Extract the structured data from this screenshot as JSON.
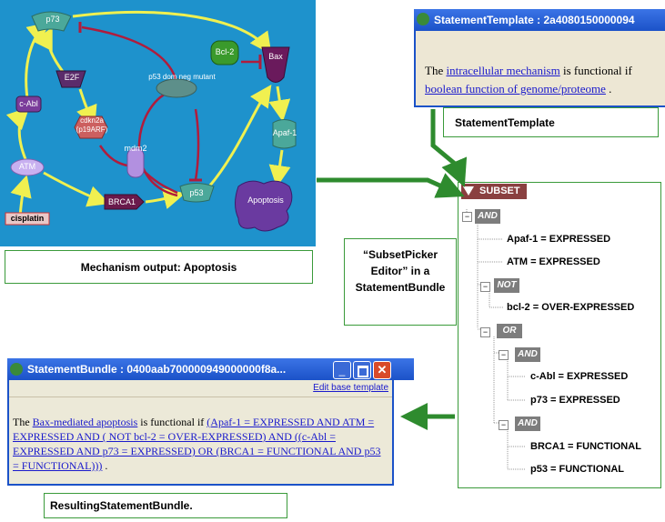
{
  "pathway": {
    "nodes": {
      "p73": "p73",
      "bcl2": "Bcl-2",
      "bax": "Bax",
      "e2f": "E2F",
      "p53_dom": "p53 dom neg mutant",
      "cabl": "c-Abl",
      "cdkn2a": "cdkn2a (p19ARF)",
      "mdm2": "mdm2",
      "apaf1": "Apaf-1",
      "atm": "ATM",
      "brca1": "BRCA1",
      "p53": "p53",
      "apoptosis": "Apoptosis",
      "cisplatin": "cisplatin"
    },
    "caption": "Mechanism output:  Apoptosis"
  },
  "statement_template_window": {
    "title": "StatementTemplate : 2a4080150000094",
    "text_prefix": "The ",
    "link1": "intracellular mechanism",
    "text_mid": " is functional if",
    "link2": "boolean function of genome/proteome",
    "text_suffix": " .",
    "caption": "StatementTemplate"
  },
  "subset_picker": {
    "header": "SUBSET",
    "annotation_line1": "“SubsetPicker",
    "annotation_line2": "Editor”   in a",
    "annotation_line3": "StatementBundle",
    "tree": {
      "and_root": "AND",
      "apaf1": "Apaf-1 = EXPRESSED",
      "atm": "ATM = EXPRESSED",
      "not": "NOT",
      "bcl2": "bcl-2 = OVER-EXPRESSED",
      "or": "OR",
      "and1": "AND",
      "cabl": "c-Abl = EXPRESSED",
      "p73": "p73 = EXPRESSED",
      "and2": "AND",
      "brca1": "BRCA1 = FUNCTIONAL",
      "p53": "p53 = FUNCTIONAL"
    }
  },
  "statement_bundle_window": {
    "title": "StatementBundle : 0400aab700000949000000f8a...",
    "edit_link": "Edit base template",
    "text_prefix": "The ",
    "link1": "Bax-mediated apoptosis",
    "text_mid": " is functional if ",
    "link2": "(Apaf-1 = EXPRESSED AND ATM = EXPRESSED AND ( NOT bcl-2 = OVER-EXPRESSED) AND ((c-Abl = EXPRESSED AND p73 = EXPRESSED) OR (BRCA1 = FUNCTIONAL AND p53 = FUNCTIONAL)))",
    "text_suffix": " .",
    "caption_prefix": "Resulting ",
    "caption_bold": "StatementBundle",
    "caption_suffix": "."
  },
  "colors": {
    "pathway_bg": "#1e92cc",
    "activation_arrow": "#f0f050",
    "inhibition_line": "#b01c3c",
    "flow_arrow": "#2e8b2e",
    "window_titlebar": "#1b52c8"
  }
}
